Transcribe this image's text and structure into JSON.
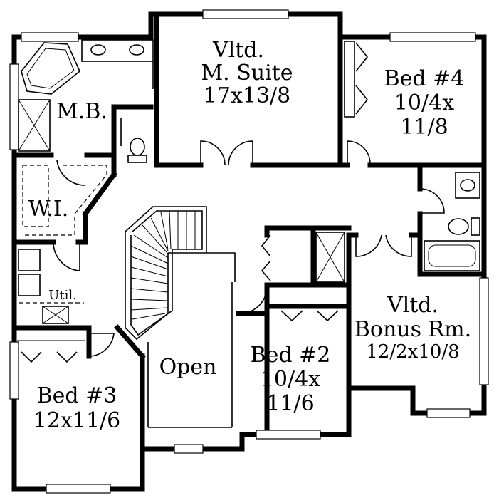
{
  "rooms": {
    "master_suite": {
      "line1": "Vltd.",
      "line2": "M. Suite",
      "line3": "17x13/8"
    },
    "bed4": {
      "line1": "Bed #4",
      "line2": "10/4x",
      "line3": "11/8"
    },
    "master_bath": {
      "line1": "M.B."
    },
    "walk_in": {
      "line1": "W.I."
    },
    "utility": {
      "line1": "Util."
    },
    "bonus": {
      "line1": "Vltd.",
      "line2": "Bonus Rm.",
      "line3": "12/2x10/8"
    },
    "bed2": {
      "line1": "Bed #2",
      "line2": "10/4x",
      "line3": "11/6"
    },
    "open": {
      "line1": "Open"
    },
    "bed3": {
      "line1": "Bed #3",
      "line2": "12x11/6"
    }
  }
}
